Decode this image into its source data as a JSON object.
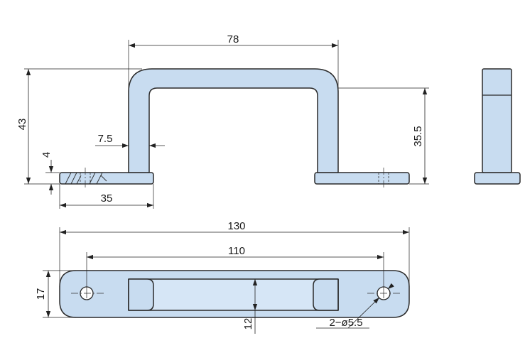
{
  "dimensions": {
    "top_width": "78",
    "overall_height": "43",
    "wall_thickness": "7.5",
    "foot_thickness": "4",
    "foot_length": "35",
    "inner_height": "35.5",
    "overall_length": "130",
    "hole_pitch": "110",
    "width": "17",
    "grip_width": "12",
    "hole_spec": "2−ø5.5"
  }
}
